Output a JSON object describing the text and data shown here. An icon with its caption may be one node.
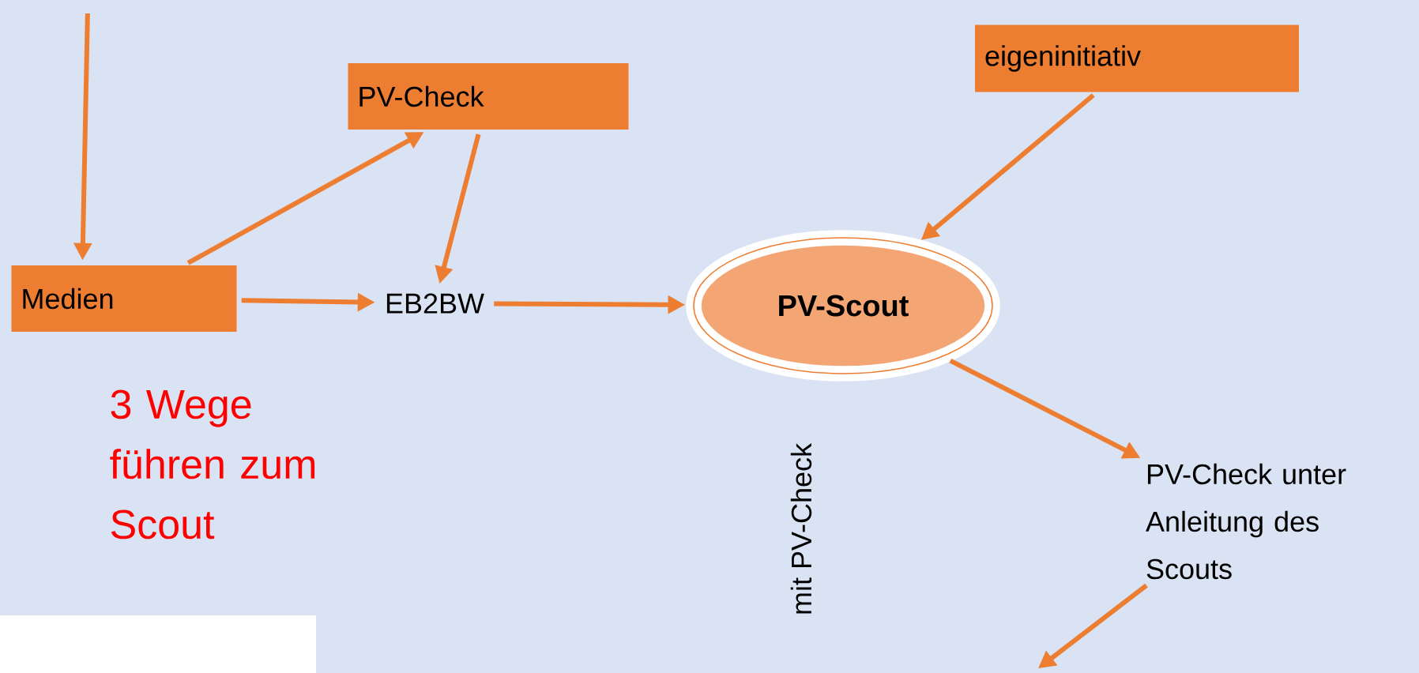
{
  "diagram": {
    "nodes": [
      {
        "text": [
          "PV-Check"
        ]
      },
      {
        "text": [
          "eigeninitiativ"
        ]
      },
      {
        "text": [
          "Medien"
        ]
      },
      {
        "text": [
          "EB2BW"
        ]
      },
      {
        "text": [
          "PV-Scout"
        ]
      },
      {
        "text": [
          "PV-Check unter Anleitung des Scouts"
        ]
      }
    ],
    "edges": [
      {
        "from": null,
        "to": 2,
        "arrow": "to"
      },
      {
        "from": 2,
        "to": 0,
        "arrow": "to"
      },
      {
        "from": 0,
        "to": 3,
        "arrow": "to"
      },
      {
        "from": 2,
        "to": 3,
        "arrow": "to"
      },
      {
        "from": 3,
        "to": 4,
        "arrow": "to"
      },
      {
        "from": 1,
        "to": 4,
        "arrow": "to"
      },
      {
        "from": 4,
        "to": 5,
        "arrow": "to"
      },
      {
        "from": 5,
        "to": null,
        "arrow": "to"
      }
    ],
    "labels": [
      "3 Wege führen zum Scout",
      "mit PV-Check"
    ]
  }
}
